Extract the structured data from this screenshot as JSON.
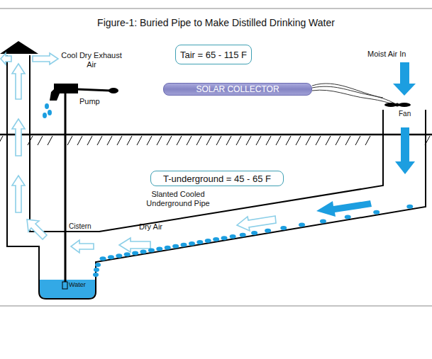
{
  "diagram": {
    "title": "Figure-1:  Buried Pipe to Make Distilled Drinking Water",
    "nodes": [
      {
        "text": [
          "Tair = 65 - 115 F"
        ]
      },
      {
        "text": [
          "SOLAR COLLECTOR"
        ]
      },
      {
        "text": [
          "T-underground = 45 - 65 F"
        ]
      }
    ],
    "labels": [
      "Cool Dry Exhaust Air",
      "Moist Air In",
      "Pump",
      "Fan",
      "Slanted Cooled Underground Pipe",
      "Cistern",
      "Dry Air",
      "Water"
    ]
  }
}
